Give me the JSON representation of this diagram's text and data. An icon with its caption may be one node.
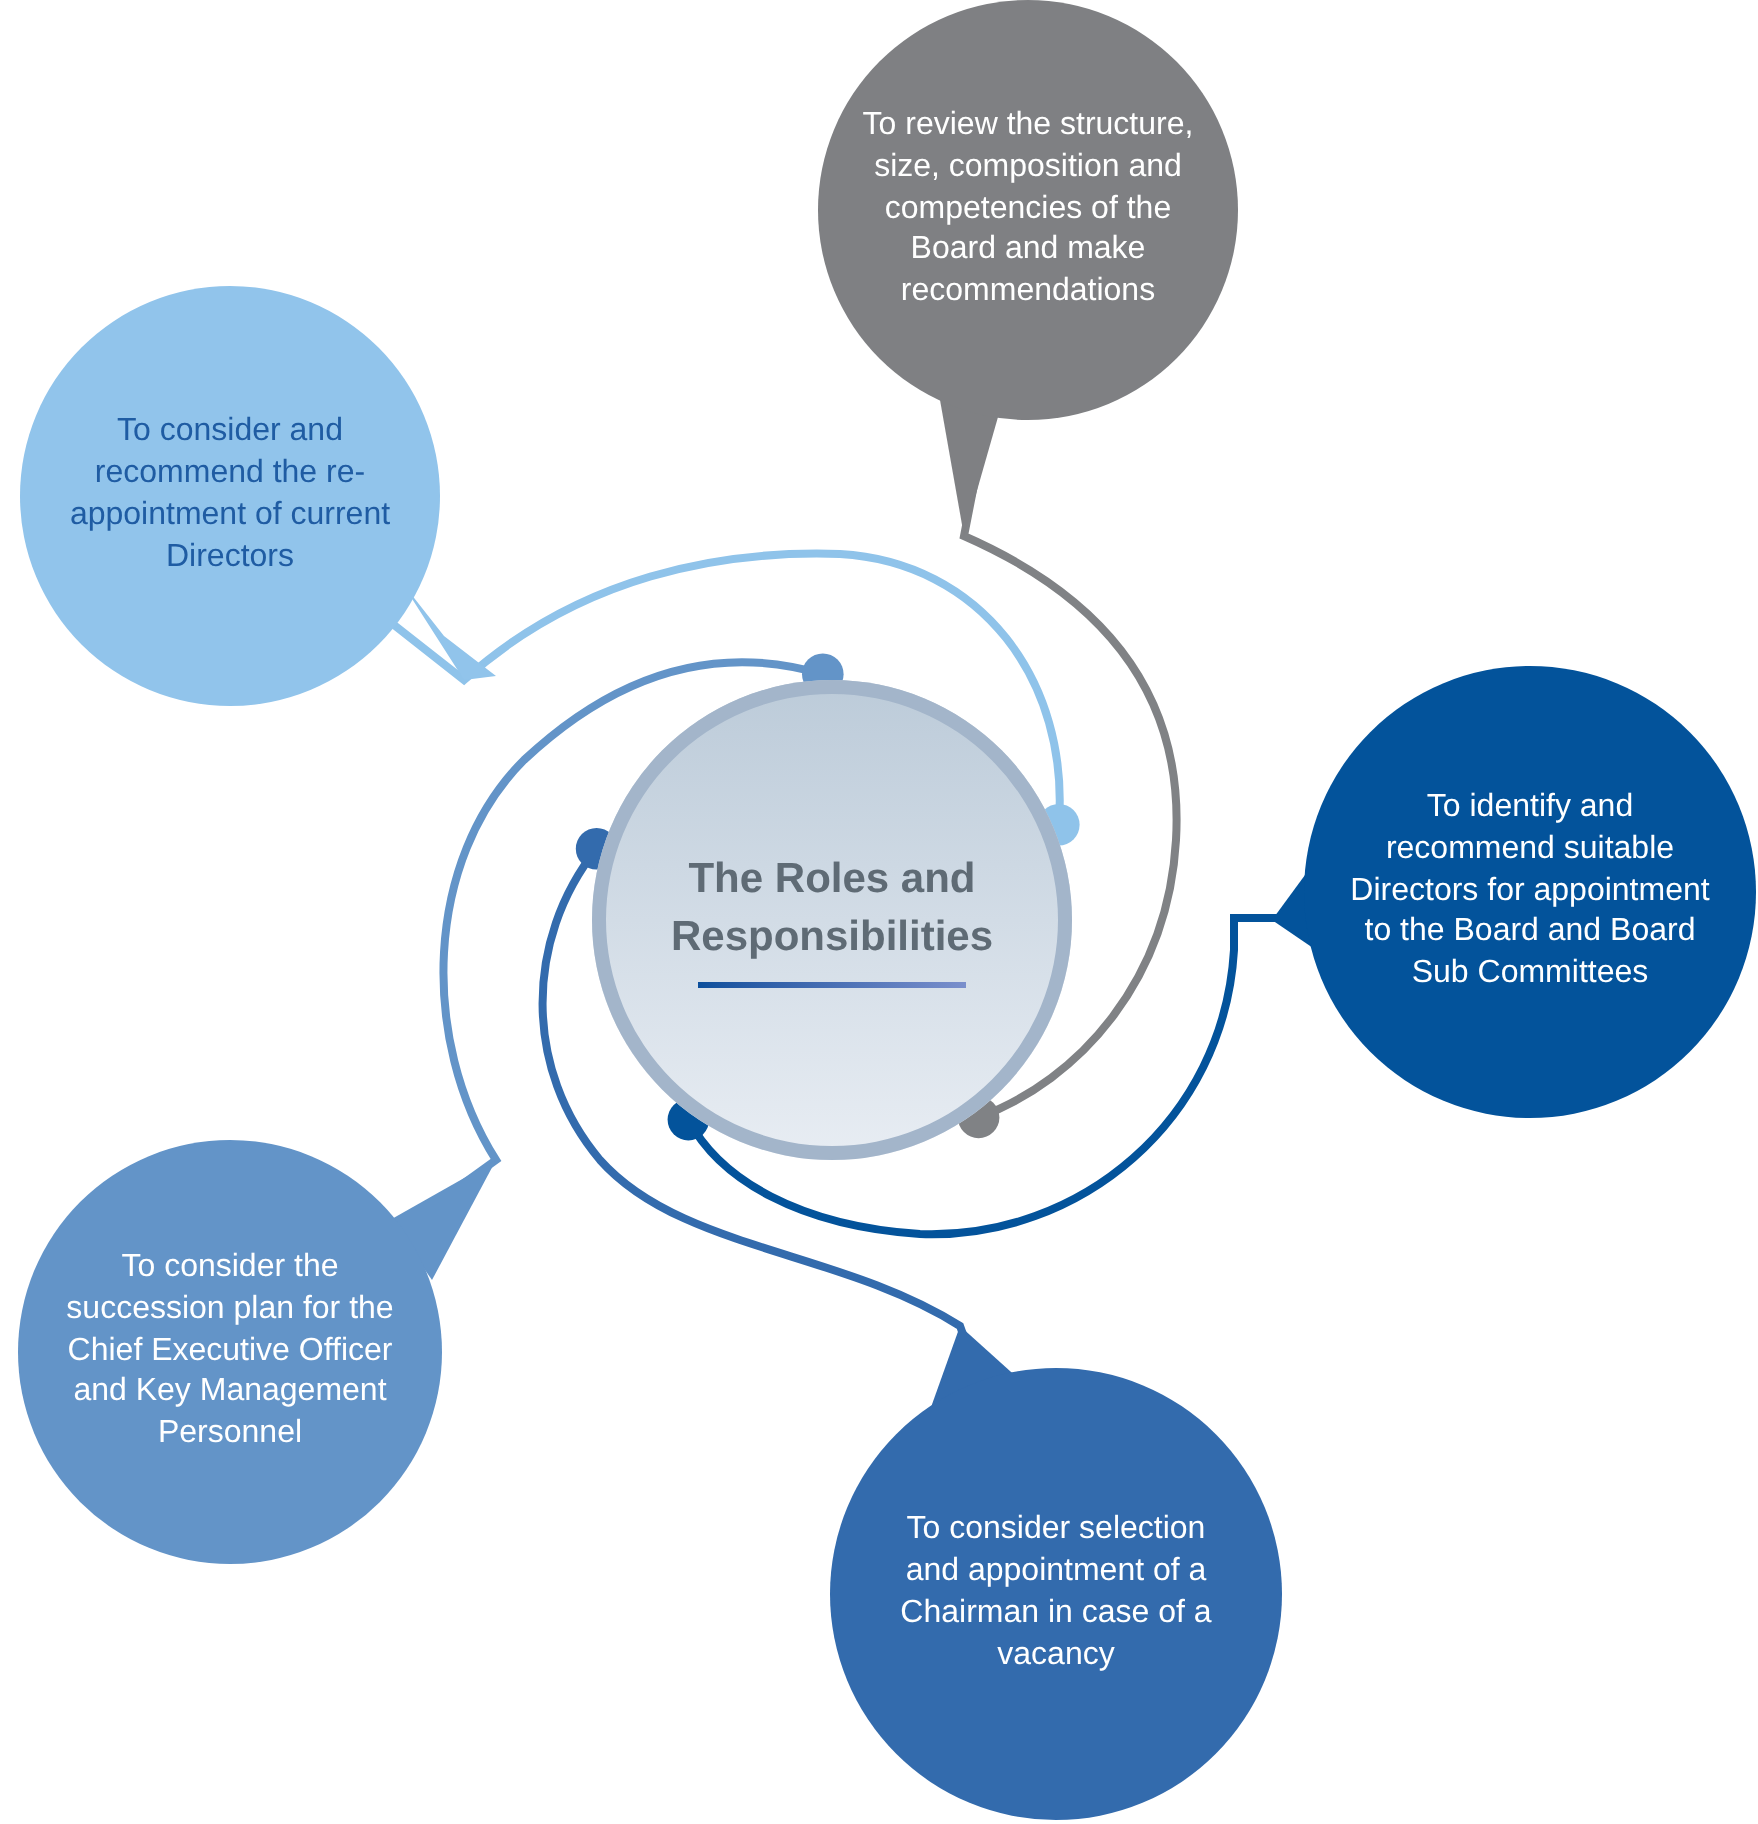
{
  "diagram": {
    "nodes": [
      {
        "text": [
          "To review the structure, size, composition and competencies of the Board and make recommendations"
        ]
      },
      {
        "text": [
          "To consider and recommend the re-appointment of current Directors"
        ]
      },
      {
        "text": [
          "The Roles and Responsibilities"
        ]
      },
      {
        "text": [
          "To identify and recommend suitable Directors for appointment to the Board and Board Sub Committees"
        ]
      },
      {
        "text": [
          "To consider the succession plan for the Chief Executive Officer and Key Management Personnel"
        ]
      },
      {
        "text": [
          "To consider selection and appointment of a Chairman in case of a vacancy"
        ]
      }
    ],
    "edges": [
      {
        "from": 1,
        "to": 2,
        "arrow": "other",
        "color": "#8fc3ea"
      },
      {
        "from": 0,
        "to": 2,
        "arrow": "other",
        "color": "#808285"
      },
      {
        "from": 3,
        "to": 2,
        "arrow": "other",
        "color": "#03539b"
      },
      {
        "from": 4,
        "to": 2,
        "arrow": "other",
        "color": "#6394c8"
      },
      {
        "from": 5,
        "to": 2,
        "arrow": "other",
        "color": "#336bad"
      }
    ]
  }
}
